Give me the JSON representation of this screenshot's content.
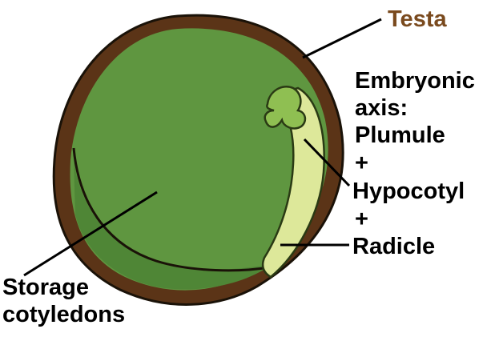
{
  "labels": {
    "testa": "Testa",
    "storage_line1": "Storage",
    "storage_line2": "cotyledons",
    "axis_line1": "Embryonic",
    "axis_line2": "axis:",
    "axis_line3": "Plumule",
    "plus_1": "+",
    "hypocotyl": "Hypocotyl",
    "plus_2": "+",
    "radicle": "Radicle"
  },
  "colors": {
    "testa": "#5b3417",
    "cotyledon": "#5f9640",
    "cotyledon_dark": "#4f8636",
    "embryonic_axis": "#dde89a",
    "plumule": "#8fbf52",
    "outline": "#1a1208",
    "testa_label": "#7a4a1e"
  }
}
